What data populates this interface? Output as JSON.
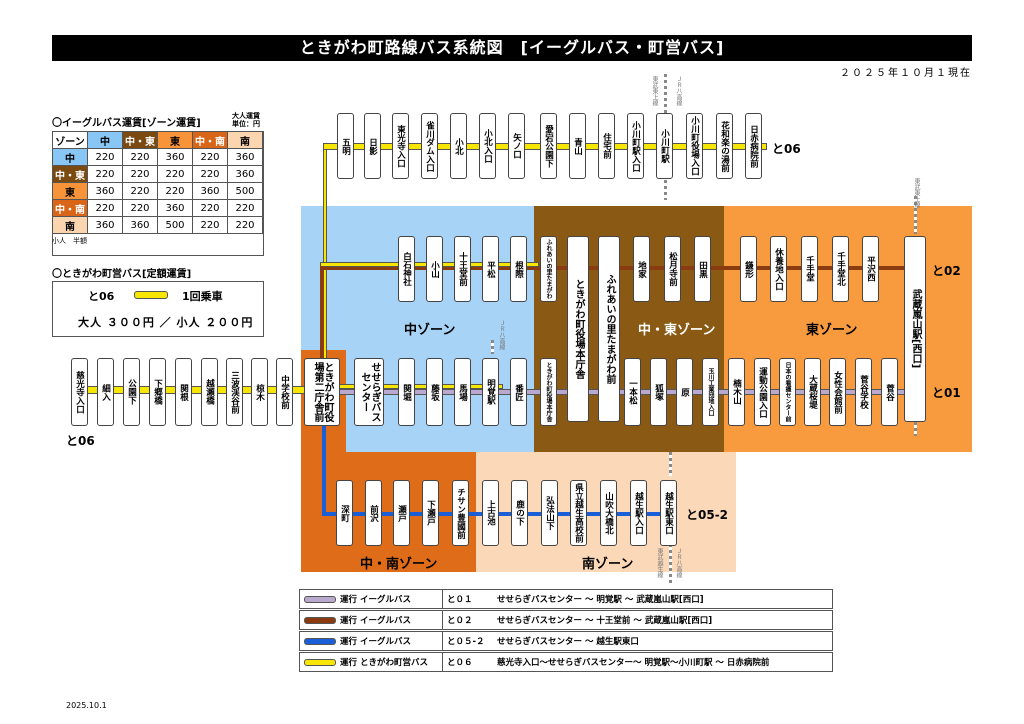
{
  "title": "ときがわ町路線バス系統図　[イーグルバス・町営バス]",
  "date_note": "２０２５年１０月１現在",
  "footer_date": "2025.10.1",
  "fare": {
    "title": "〇イーグルバス運賃[ゾーン運賃]",
    "unit": "大人運賃\n単位：円",
    "headers": [
      "ゾーン",
      "中",
      "中・東",
      "東",
      "中・南",
      "南"
    ],
    "rows": [
      {
        "zone": "中",
        "values": [
          "220",
          "220",
          "360",
          "220",
          "360"
        ]
      },
      {
        "zone": "中・東",
        "values": [
          "220",
          "220",
          "220",
          "220",
          "360"
        ]
      },
      {
        "zone": "東",
        "values": [
          "360",
          "220",
          "220",
          "360",
          "500"
        ]
      },
      {
        "zone": "中・南",
        "values": [
          "220",
          "220",
          "360",
          "220",
          "220"
        ]
      },
      {
        "zone": "南",
        "values": [
          "360",
          "360",
          "500",
          "220",
          "220"
        ]
      }
    ],
    "child": "小人　半額"
  },
  "town_bus": {
    "title": "〇ときがわ町営バス[定額運賃]",
    "route": "と06",
    "desc": "1回乗車",
    "price": "大人 ３００円 ／ 小人 ２００円"
  },
  "zones": {
    "naka": "中ゾーン",
    "naka_higashi": "中・東ゾーン",
    "higashi": "東ゾーン",
    "naka_minami": "中・南ゾーン",
    "minami": "南ゾーン"
  },
  "colors": {
    "naka": "#a7d3f7",
    "naka_higashi": "#8a5a14",
    "higashi": "#f89a3e",
    "naka_minami": "#de6c18",
    "minami": "#fbd8b8",
    "to01": "#b9a9cf",
    "to02": "#8a3b10",
    "to05_2": "#1a5fd8",
    "to06": "#f6e600"
  },
  "route_tags": {
    "to06_top": "と06",
    "to06_left": "と06",
    "to02": "と02",
    "to01": "と01",
    "to05_2": "と05-2"
  },
  "rail_notes": {
    "ogawa_top": "ＪＲ八高線",
    "ogawa_top2": "東武東上線",
    "myokaku": "ＪＲ八高線",
    "ranzan": "東武東上線",
    "koshio": "ＪＲ八高線",
    "koshio2": "東武越生線"
  },
  "stops_top": [
    "五明",
    "日影",
    "東光寺入口",
    "雀川ダム入口",
    "小北",
    "小北入口",
    "矢ノ口",
    "愛宕公園下",
    "青山",
    "住宅前",
    "小川町駅入口",
    "小川町駅",
    "小川町役場入口",
    "花和楽の湯前",
    "日赤病院前"
  ],
  "stops_mid": [
    "白石神社",
    "小山",
    "十王堂前",
    "平松",
    "根際",
    "ふれあいの里たまがわ",
    "ときがわ町役場本庁舎",
    "ふれあいの里たまがわ前",
    "地家",
    "松月寺前",
    "田黒",
    "鎌形",
    "休養地入口",
    "千手堂",
    "千手堂北",
    "平沢西",
    "武蔵嵐山駅[西口]"
  ],
  "stops_west": [
    "慈光寺入口",
    "細入",
    "公園下",
    "下郷橋",
    "関根",
    "越瀬橋",
    "三波渓谷前",
    "椋木",
    "中学校前",
    "ときがわ町役場第二庁舎前"
  ],
  "stops_center": [
    "せせらぎバスセンター",
    "関堀",
    "藤坂",
    "馬場",
    "明覚駅",
    "番匠",
    "ときがわ町役場本庁舎",
    "一本松",
    "狐塚",
    "原",
    "玉川工業団地入口",
    "楠木山",
    "運動公園入口",
    "日本の看護センター前",
    "大蔵桜堤",
    "女性会館前",
    "菅谷学校",
    "菅谷"
  ],
  "stops_south": [
    "深町",
    "前沢",
    "瀬戸",
    "下瀬戸",
    "チサン豊國前",
    "上古池",
    "鹿の下",
    "弘法山下",
    "県立越生高校前",
    "山吹大橋北",
    "越生駅入口",
    "越生駅東口"
  ],
  "legend": [
    {
      "op": "運行 イーグルバス",
      "code": "と０１",
      "desc": "せせらぎバスセンター ～ 明覚駅 ～ 武蔵嵐山駅[西口]"
    },
    {
      "op": "運行 イーグルバス",
      "code": "と０２",
      "desc": "せせらぎバスセンター ～ 十王堂前 ～ 武蔵嵐山駅[西口]"
    },
    {
      "op": "運行 イーグルバス",
      "code": "と０５-２",
      "desc": "せせらぎバスセンター ～ 越生駅東口"
    },
    {
      "op": "運行 ときがわ町営バス",
      "code": "と０６",
      "desc": "慈光寺入口～せせらぎバスセンター～ 明覚駅～小川町駅 ～ 日赤病院前"
    }
  ]
}
